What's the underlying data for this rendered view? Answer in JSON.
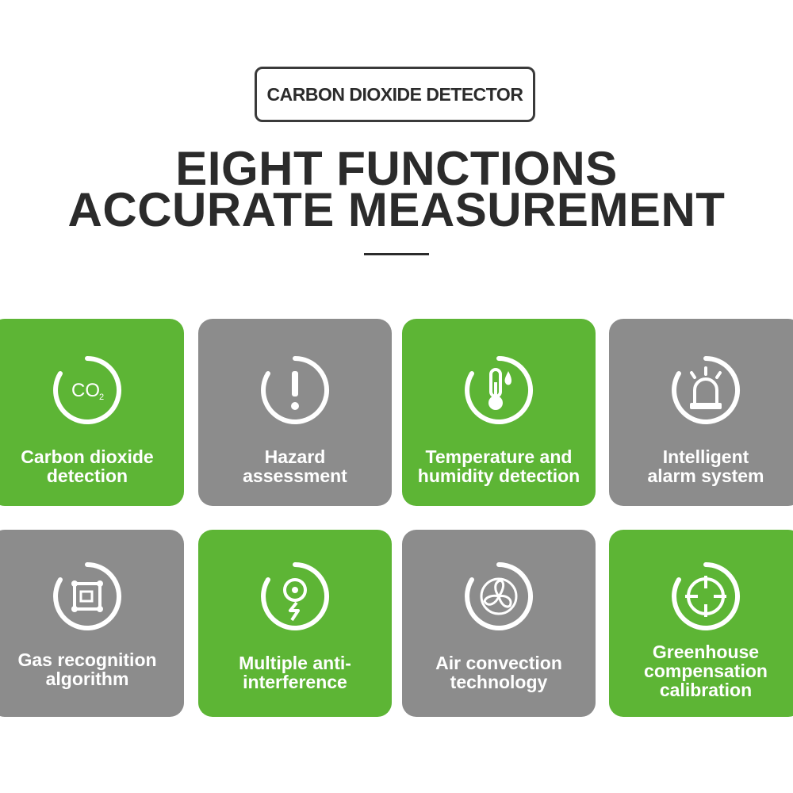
{
  "badge": {
    "text": "CARBON DIOXIDE DETECTOR"
  },
  "headline": {
    "line1": "EIGHT FUNCTIONS",
    "line2": "ACCURATE MEASUREMENT"
  },
  "features": [
    {
      "label": "Carbon dioxide\ndetection",
      "icon": "co2-icon",
      "color": "#5db535",
      "icon_text": "CO",
      "icon_sub": "2"
    },
    {
      "label": "Hazard\nassessment",
      "icon": "exclamation-icon",
      "color": "#8c8c8c"
    },
    {
      "label": "Temperature and\nhumidity detection",
      "icon": "thermometer-icon",
      "color": "#5db535"
    },
    {
      "label": "Intelligent\nalarm system",
      "icon": "alarm-light-icon",
      "color": "#8c8c8c"
    },
    {
      "label": "Gas recognition\nalgorithm",
      "icon": "recognition-frame-icon",
      "color": "#8c8c8c"
    },
    {
      "label": "Multiple anti-\ninterference",
      "icon": "anti-interference-icon",
      "color": "#5db535"
    },
    {
      "label": "Air convection\ntechnology",
      "icon": "fan-icon",
      "color": "#8c8c8c"
    },
    {
      "label": "Greenhouse\ncompensation\ncalibration",
      "icon": "crosshair-icon",
      "color": "#5db535"
    }
  ]
}
